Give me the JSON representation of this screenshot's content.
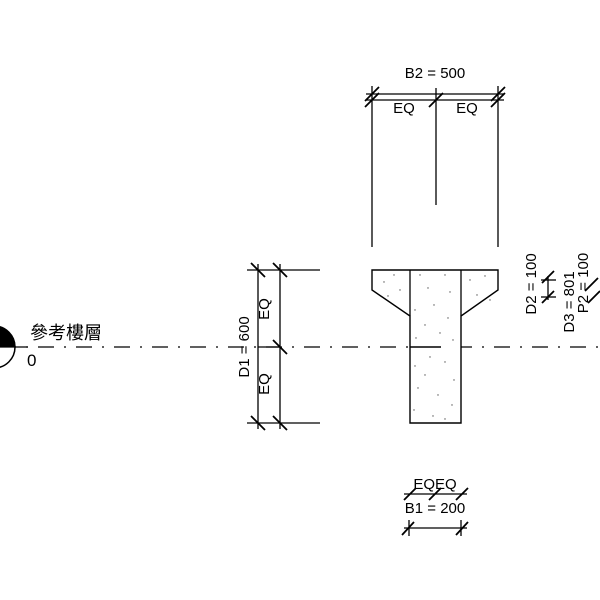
{
  "level": {
    "name": "參考樓層",
    "elevation": "0"
  },
  "dimensions": {
    "b2": "B2 = 500",
    "b2_eq_left": "EQ",
    "b2_eq_right": "EQ",
    "d1": "D1 = 600",
    "d1_eq_top": "EQ",
    "d1_eq_bottom": "EQ",
    "b1": "B1 = 200",
    "b1_eq": "EQEQ",
    "d2": "D2 = 100",
    "d3": "D3 = 801",
    "p2": "P2 = 100"
  }
}
